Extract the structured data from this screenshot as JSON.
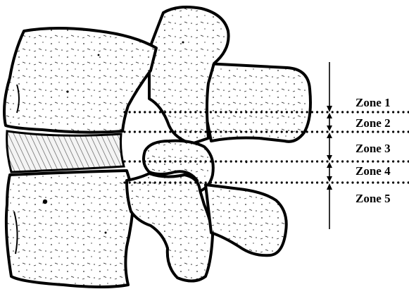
{
  "figure": {
    "subject": "lateral-view-lumbar-vertebrae",
    "zones": [
      {
        "label": "Zone 1"
      },
      {
        "label": "Zone 2"
      },
      {
        "label": "Zone 3"
      },
      {
        "label": "Zone 4"
      },
      {
        "label": "Zone 5"
      }
    ]
  }
}
